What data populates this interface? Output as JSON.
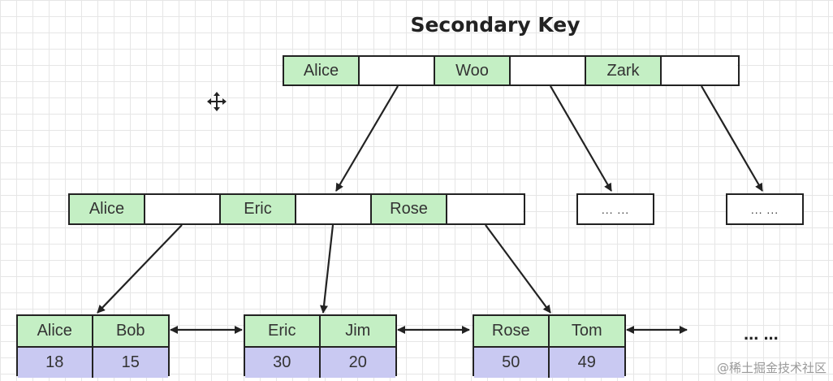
{
  "title": "Secondary Key",
  "root": {
    "keys": [
      "Alice",
      "Woo",
      "Zark"
    ]
  },
  "level2": {
    "keys": [
      "Alice",
      "Eric",
      "Rose"
    ]
  },
  "collapsed_nodes": [
    "... ...",
    "... ..."
  ],
  "leaves": [
    {
      "keys": [
        "Alice",
        "Bob"
      ],
      "values": [
        "18",
        "15"
      ]
    },
    {
      "keys": [
        "Eric",
        "Jim"
      ],
      "values": [
        "30",
        "20"
      ]
    },
    {
      "keys": [
        "Rose",
        "Tom"
      ],
      "values": [
        "50",
        "49"
      ]
    }
  ],
  "trailing_ellipsis": "... ...",
  "watermark": "@稀土掘金技术社区",
  "colors": {
    "key_cell": "#c4efc4",
    "value_cell": "#c9c9f2",
    "border": "#222222"
  },
  "icons": [
    "move-icon"
  ]
}
